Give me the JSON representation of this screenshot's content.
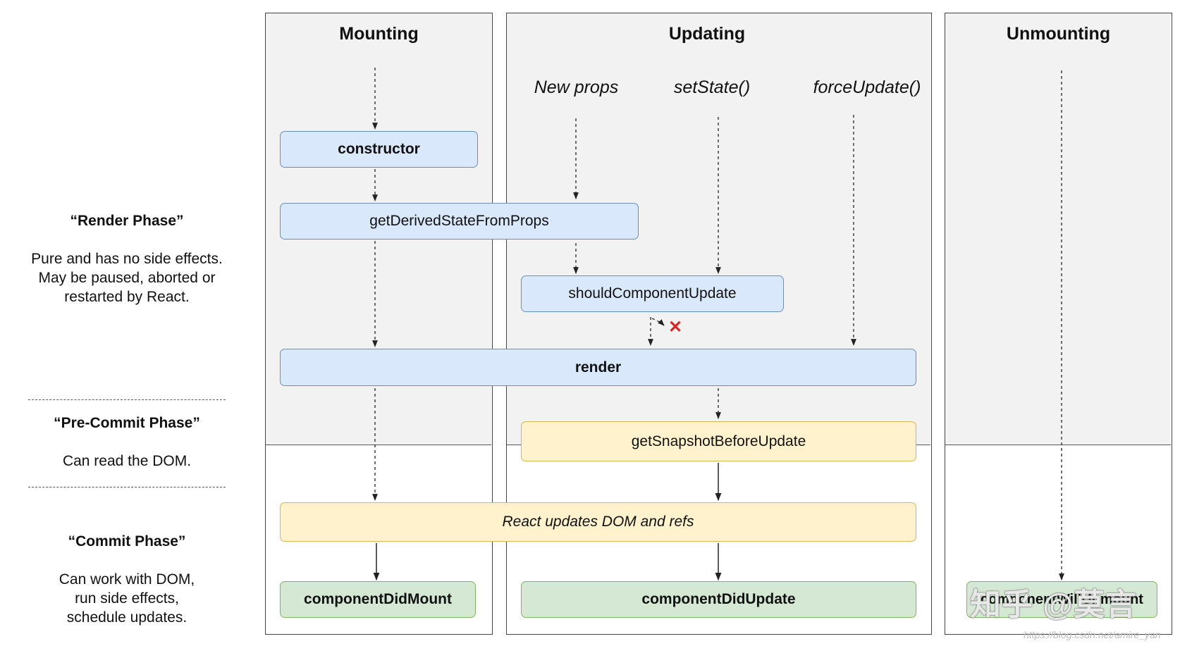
{
  "columns": {
    "mounting": "Mounting",
    "updating": "Updating",
    "unmounting": "Unmounting"
  },
  "triggers": {
    "new_props": "New props",
    "set_state": "setState()",
    "force_update": "forceUpdate()"
  },
  "methods": {
    "constructor": "constructor",
    "get_derived": "getDerivedStateFromProps",
    "should_update": "shouldComponentUpdate",
    "render": "render",
    "snapshot": "getSnapshotBeforeUpdate",
    "react_updates": "React updates DOM and refs",
    "did_mount": "componentDidMount",
    "did_update": "componentDidUpdate",
    "will_unmount": "componentWillUnmount"
  },
  "phases": {
    "render_title": "“Render Phase”",
    "render_desc": [
      "Pure and has no side effects.",
      "May be paused, aborted or",
      "restarted by React."
    ],
    "precommit_title": "“Pre-Commit Phase”",
    "precommit_desc": [
      "Can read the DOM."
    ],
    "commit_title": "“Commit Phase”",
    "commit_desc": [
      "Can work with DOM,",
      "run side effects,",
      "schedule updates."
    ]
  },
  "cancel_mark": "✕",
  "watermark": {
    "text": "知乎 @莫言",
    "url": "https://blog.csdn.net/amire_yan"
  },
  "colors": {
    "blue_fill": "#dae8fc",
    "yellow_fill": "#fff2cc",
    "green_fill": "#d5e8d4",
    "cancel_red": "#d62728"
  }
}
